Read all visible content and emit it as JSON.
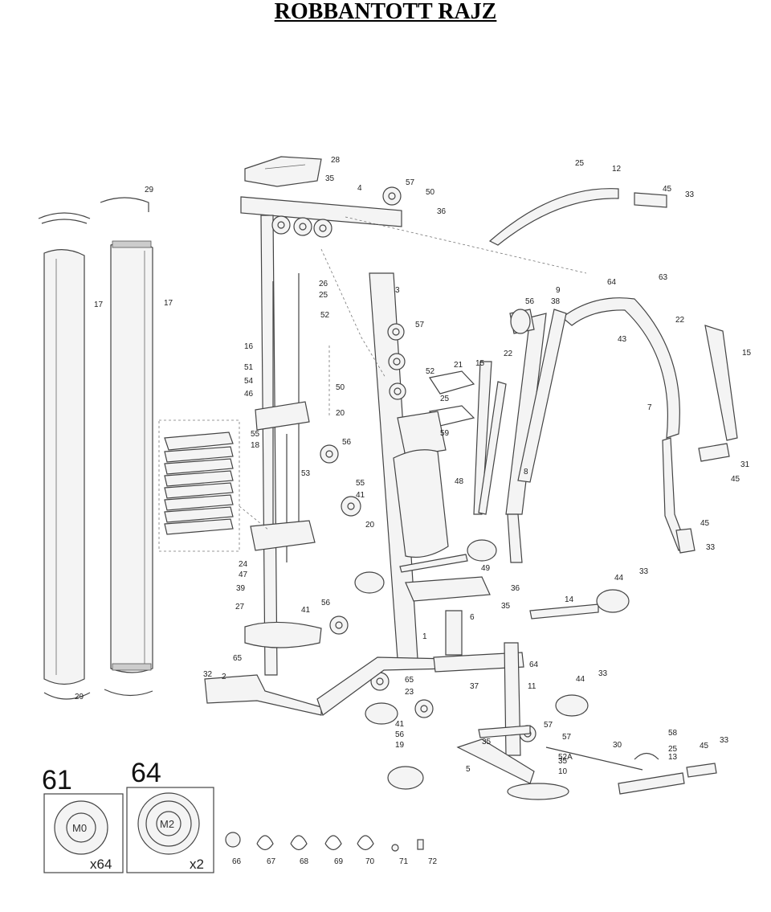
{
  "title": "ROBBANTOTT RAJZ",
  "legend": {
    "plate_61": {
      "number": "61",
      "label": "M0",
      "quantity": "x64"
    },
    "plate_64": {
      "number": "64",
      "label": "M2",
      "quantity": "x2"
    }
  },
  "part_labels": [
    "28",
    "29",
    "35",
    "4",
    "57",
    "50",
    "36",
    "25",
    "12",
    "45",
    "33",
    "17",
    "17",
    "26",
    "25",
    "52",
    "3",
    "64",
    "63",
    "9",
    "38",
    "56",
    "57",
    "22",
    "22",
    "16",
    "43",
    "15",
    "51",
    "54",
    "46",
    "50",
    "20",
    "52",
    "21",
    "25",
    "15",
    "7",
    "55",
    "18",
    "59",
    "56",
    "53",
    "48",
    "31",
    "8",
    "45",
    "41",
    "55",
    "20",
    "45",
    "33",
    "24",
    "47",
    "49",
    "36",
    "44",
    "33",
    "39",
    "56",
    "41",
    "27",
    "1",
    "35",
    "14",
    "6",
    "64",
    "32",
    "2",
    "65",
    "65",
    "23",
    "37",
    "11",
    "44",
    "33",
    "57",
    "41",
    "56",
    "19",
    "57",
    "52A",
    "58",
    "30",
    "25",
    "45",
    "33",
    "13",
    "35",
    "5",
    "35",
    "10",
    "29",
    "66",
    "67",
    "68",
    "69",
    "70",
    "71",
    "72"
  ]
}
